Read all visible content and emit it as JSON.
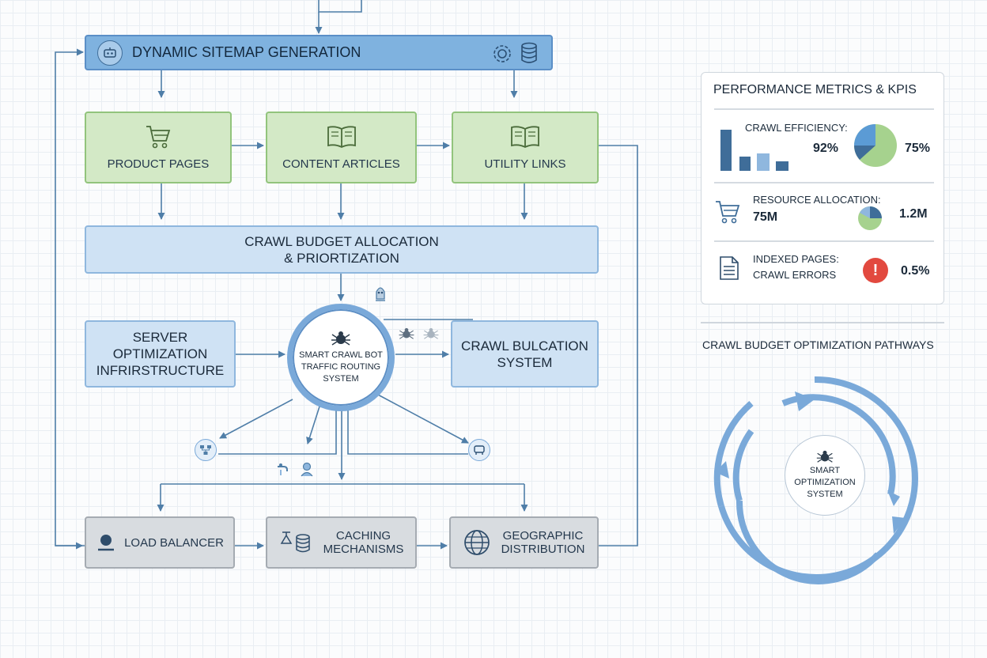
{
  "header": {
    "title": "Dynamic Sitemap Generation",
    "icons": [
      "robot-icon",
      "gear-icon",
      "database-icon"
    ]
  },
  "content_types": [
    {
      "label": "Product Pages",
      "icon": "cart-icon"
    },
    {
      "label": "Content Articles",
      "icon": "book-icon"
    },
    {
      "label": "Utility Links",
      "icon": "book-icon"
    }
  ],
  "budget": {
    "line1": "Crawl Budget Allocation",
    "line2": "& Priortization"
  },
  "server_box": {
    "line1": "Server Optimization",
    "line2": "Infrirstructure"
  },
  "hub": {
    "line1": "Smart Crawl Bot",
    "line2": "Traffic Routing",
    "line3": "System"
  },
  "right_box": {
    "line1": "Crawl Bulcation",
    "line2": "System"
  },
  "infra": [
    {
      "line1": "Load Balancer",
      "line2": "",
      "icon": "person-icon"
    },
    {
      "line1": "Caching",
      "line2": "Mechanisms",
      "icon": "database-icon"
    },
    {
      "line1": "Geographic",
      "line2": "Distribution",
      "icon": "globe-icon"
    }
  ],
  "metrics": {
    "title": "Performance Metrics & KPIs",
    "crawl_efficiency": {
      "label": "Crawl Efficiency:",
      "value1": "92%",
      "value2": "75%"
    },
    "resource_allocation": {
      "label": "Resource Allocation:",
      "value1": "75M",
      "value2": "1.2M"
    },
    "indexed": {
      "label1": "Indexed Pages:",
      "label2": "Crawl Errors",
      "value": "0.5%"
    }
  },
  "pathways": {
    "title": "Crawl Budget Optimization Pathways",
    "hub_line1": "Smart",
    "hub_line2": "Optimization",
    "hub_line3": "System"
  },
  "colors": {
    "arrow": "#4f7ea8",
    "header_fill": "#7fb2df",
    "green_fill": "#d3e9c6",
    "lightblue_fill": "#cfe2f4",
    "gray_fill": "#d8dce0",
    "ring": "#7aa9d9",
    "error": "#e2493f",
    "pie_green": "#a6d28e",
    "pie_blue": "#5b9bd5"
  }
}
